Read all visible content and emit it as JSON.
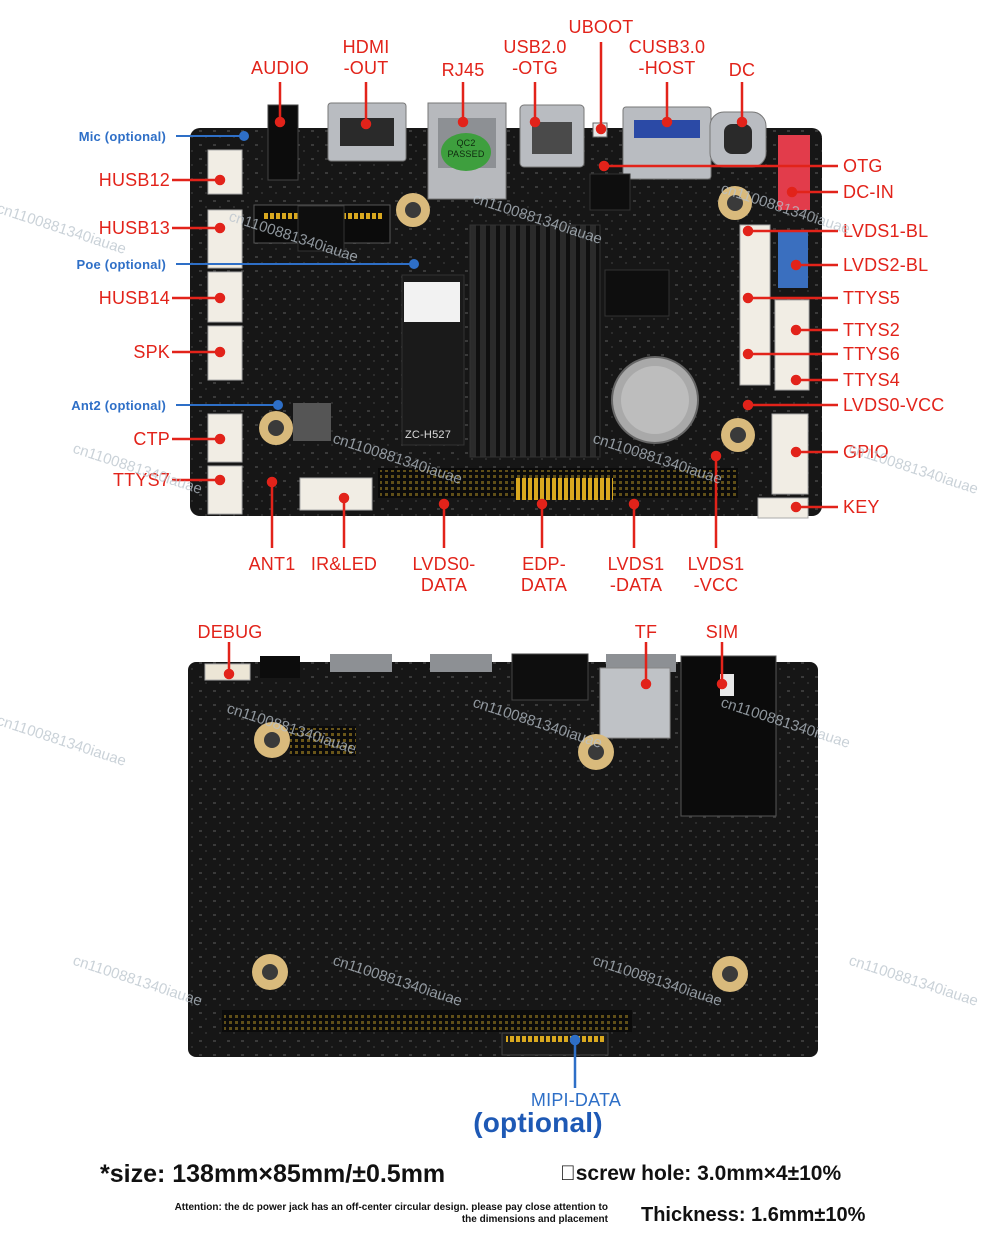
{
  "colors": {
    "label_red": "#e2231a",
    "label_blue": "#2e6fc7",
    "pcb_black": "#161616",
    "note_black": "#111111"
  },
  "top_labels": {
    "audio": "AUDIO",
    "hdmi_out": [
      "HDMI",
      "-OUT"
    ],
    "rj45": "RJ45",
    "usb20_otg": [
      "USB2.0",
      "-OTG"
    ],
    "uboot": "UBOOT",
    "cusb30_host": [
      "CUSB3.0",
      "-HOST"
    ],
    "dc": "DC"
  },
  "board_silkscreen": {
    "qc_tag": [
      "QC2",
      "PASSED"
    ],
    "model": "ZC-H527"
  },
  "left_labels": {
    "mic": "Mic (optional)",
    "husb12": "HUSB12",
    "husb13": "HUSB13",
    "poe": "Poe (optional)",
    "husb14": "HUSB14",
    "spk": "SPK",
    "ant2": "Ant2 (optional)",
    "ctp": "CTP",
    "ttys7": "TTYS7"
  },
  "right_labels": {
    "otg": "OTG",
    "dc_in": "DC-IN",
    "lvds1_bl": "LVDS1-BL",
    "lvds2_bl": "LVDS2-BL",
    "ttys5": "TTYS5",
    "ttys2": "TTYS2",
    "ttys6": "TTYS6",
    "ttys4": "TTYS4",
    "lvds0_vcc": "LVDS0-VCC",
    "gpio": "GPIO",
    "key": "KEY"
  },
  "bottom_labels": {
    "ant1": "ANT1",
    "ir_led": "IR&LED",
    "lvds0_data": [
      "LVDS0-",
      "DATA"
    ],
    "edp_data": [
      "EDP-",
      "DATA"
    ],
    "lvds1_data": [
      "LVDS1",
      "-DATA"
    ],
    "lvds1_vcc": [
      "LVDS1",
      "-VCC"
    ]
  },
  "back_labels": {
    "debug": "DEBUG",
    "tf": "TF",
    "sim": "SIM",
    "mipi_data": "MIPI-DATA",
    "optional": "(optional)"
  },
  "notes": {
    "size": "*size: 138mm×85mm/±0.5mm",
    "screw": "\u0000screw hole: 3.0mm×4±10%",
    "attention": [
      "Attention: the dc power jack has an off-center circular design. please pay close attention to",
      "the dimensions and placement"
    ],
    "thickness": "Thickness: 1.6mm±10%"
  },
  "watermark": "cn1100881340iauae"
}
